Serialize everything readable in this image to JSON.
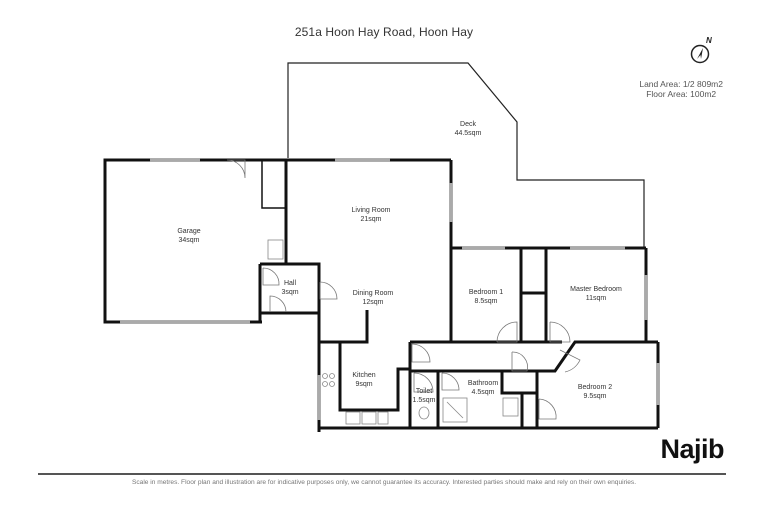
{
  "header": {
    "address": "251a Hoon Hay Road, Hoon Hay"
  },
  "compass": {
    "icon": "north-arrow-icon",
    "label": "N"
  },
  "areas": {
    "land_area": "Land Area: 1/2 809m2",
    "floor_area": "Floor Area: 100m2"
  },
  "rooms": [
    {
      "name": "Deck",
      "area": "44.5sqm"
    },
    {
      "name": "Garage",
      "area": "34sqm"
    },
    {
      "name": "Living Room",
      "area": "21sqm"
    },
    {
      "name": "Hall",
      "area": "3sqm"
    },
    {
      "name": "Dining Room",
      "area": "12sqm"
    },
    {
      "name": "Bedroom 1",
      "area": "8.5sqm"
    },
    {
      "name": "Master Bedroom",
      "area": "11sqm"
    },
    {
      "name": "Kitchen",
      "area": "9sqm"
    },
    {
      "name": "Toilet",
      "area": "1.5sqm"
    },
    {
      "name": "Bathroom",
      "area": "4.5sqm"
    },
    {
      "name": "Bedroom 2",
      "area": "9.5sqm"
    }
  ],
  "brand": {
    "name": "Najib"
  },
  "footer": {
    "disclaimer": "Scale in metres. Floor plan and illustration are for indicative purposes only, we cannot guarantee its accuracy. Interested parties should make and rely on their own enquiries."
  },
  "colors": {
    "wall": "#111111",
    "outline": "#222222",
    "window": "#aaaaaa",
    "text": "#333333"
  }
}
